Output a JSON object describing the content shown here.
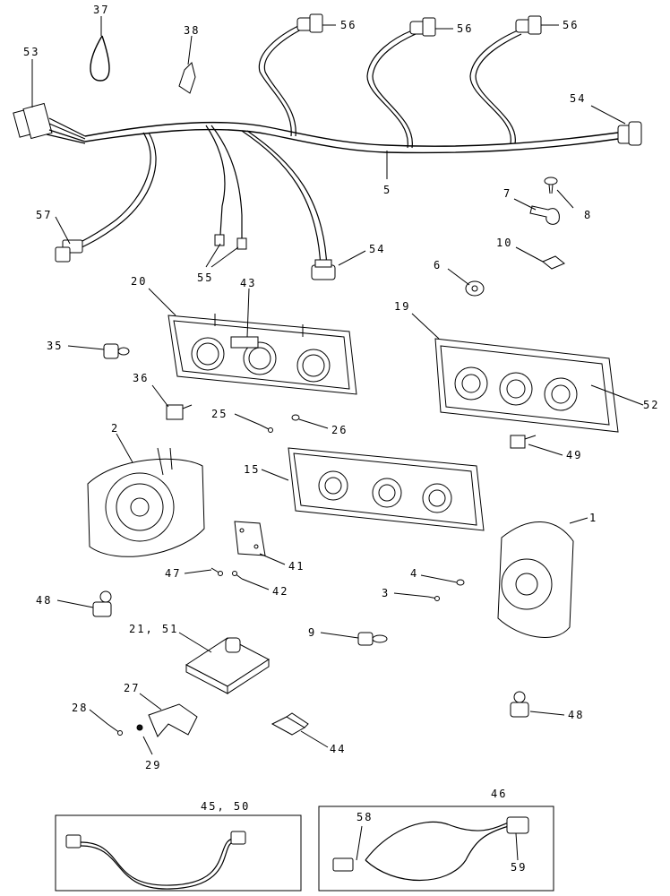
{
  "callouts": {
    "c37": "37",
    "c38": "38",
    "c53": "53",
    "c56a": "56",
    "c56b": "56",
    "c56c": "56",
    "c54a": "54",
    "c5": "5",
    "c7": "7",
    "c8": "8",
    "c57": "57",
    "c54b": "54",
    "c55": "55",
    "c10": "10",
    "c6": "6",
    "c20": "20",
    "c43": "43",
    "c19": "19",
    "c35": "35",
    "c52": "52",
    "c36": "36",
    "c25": "25",
    "c26": "26",
    "c2": "2",
    "c49": "49",
    "c15": "15",
    "c1": "1",
    "c41": "41",
    "c47": "47",
    "c42": "42",
    "c4": "4",
    "c3": "3",
    "c48a": "48",
    "c2151": "21, 51",
    "c9": "9",
    "c27": "27",
    "c28": "28",
    "c29": "29",
    "c44": "44",
    "c48b": "48",
    "c4550": "45, 50",
    "c46": "46",
    "c58": "58",
    "c59": "59"
  }
}
